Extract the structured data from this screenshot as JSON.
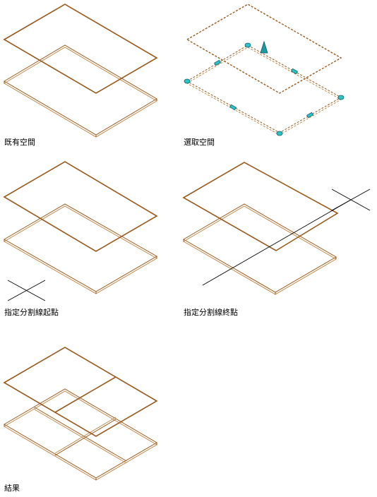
{
  "colors": {
    "space": "#9a5a1e",
    "space_light": "#c08a4a",
    "grip": "#2fc0c8",
    "grip_stroke": "#0a6a70",
    "line": "#000000"
  },
  "steps": [
    {
      "label": "既有空間"
    },
    {
      "label": "選取空間"
    },
    {
      "label": "指定分割線起點"
    },
    {
      "label": "指定分割線終點"
    },
    {
      "label": "結果"
    }
  ]
}
